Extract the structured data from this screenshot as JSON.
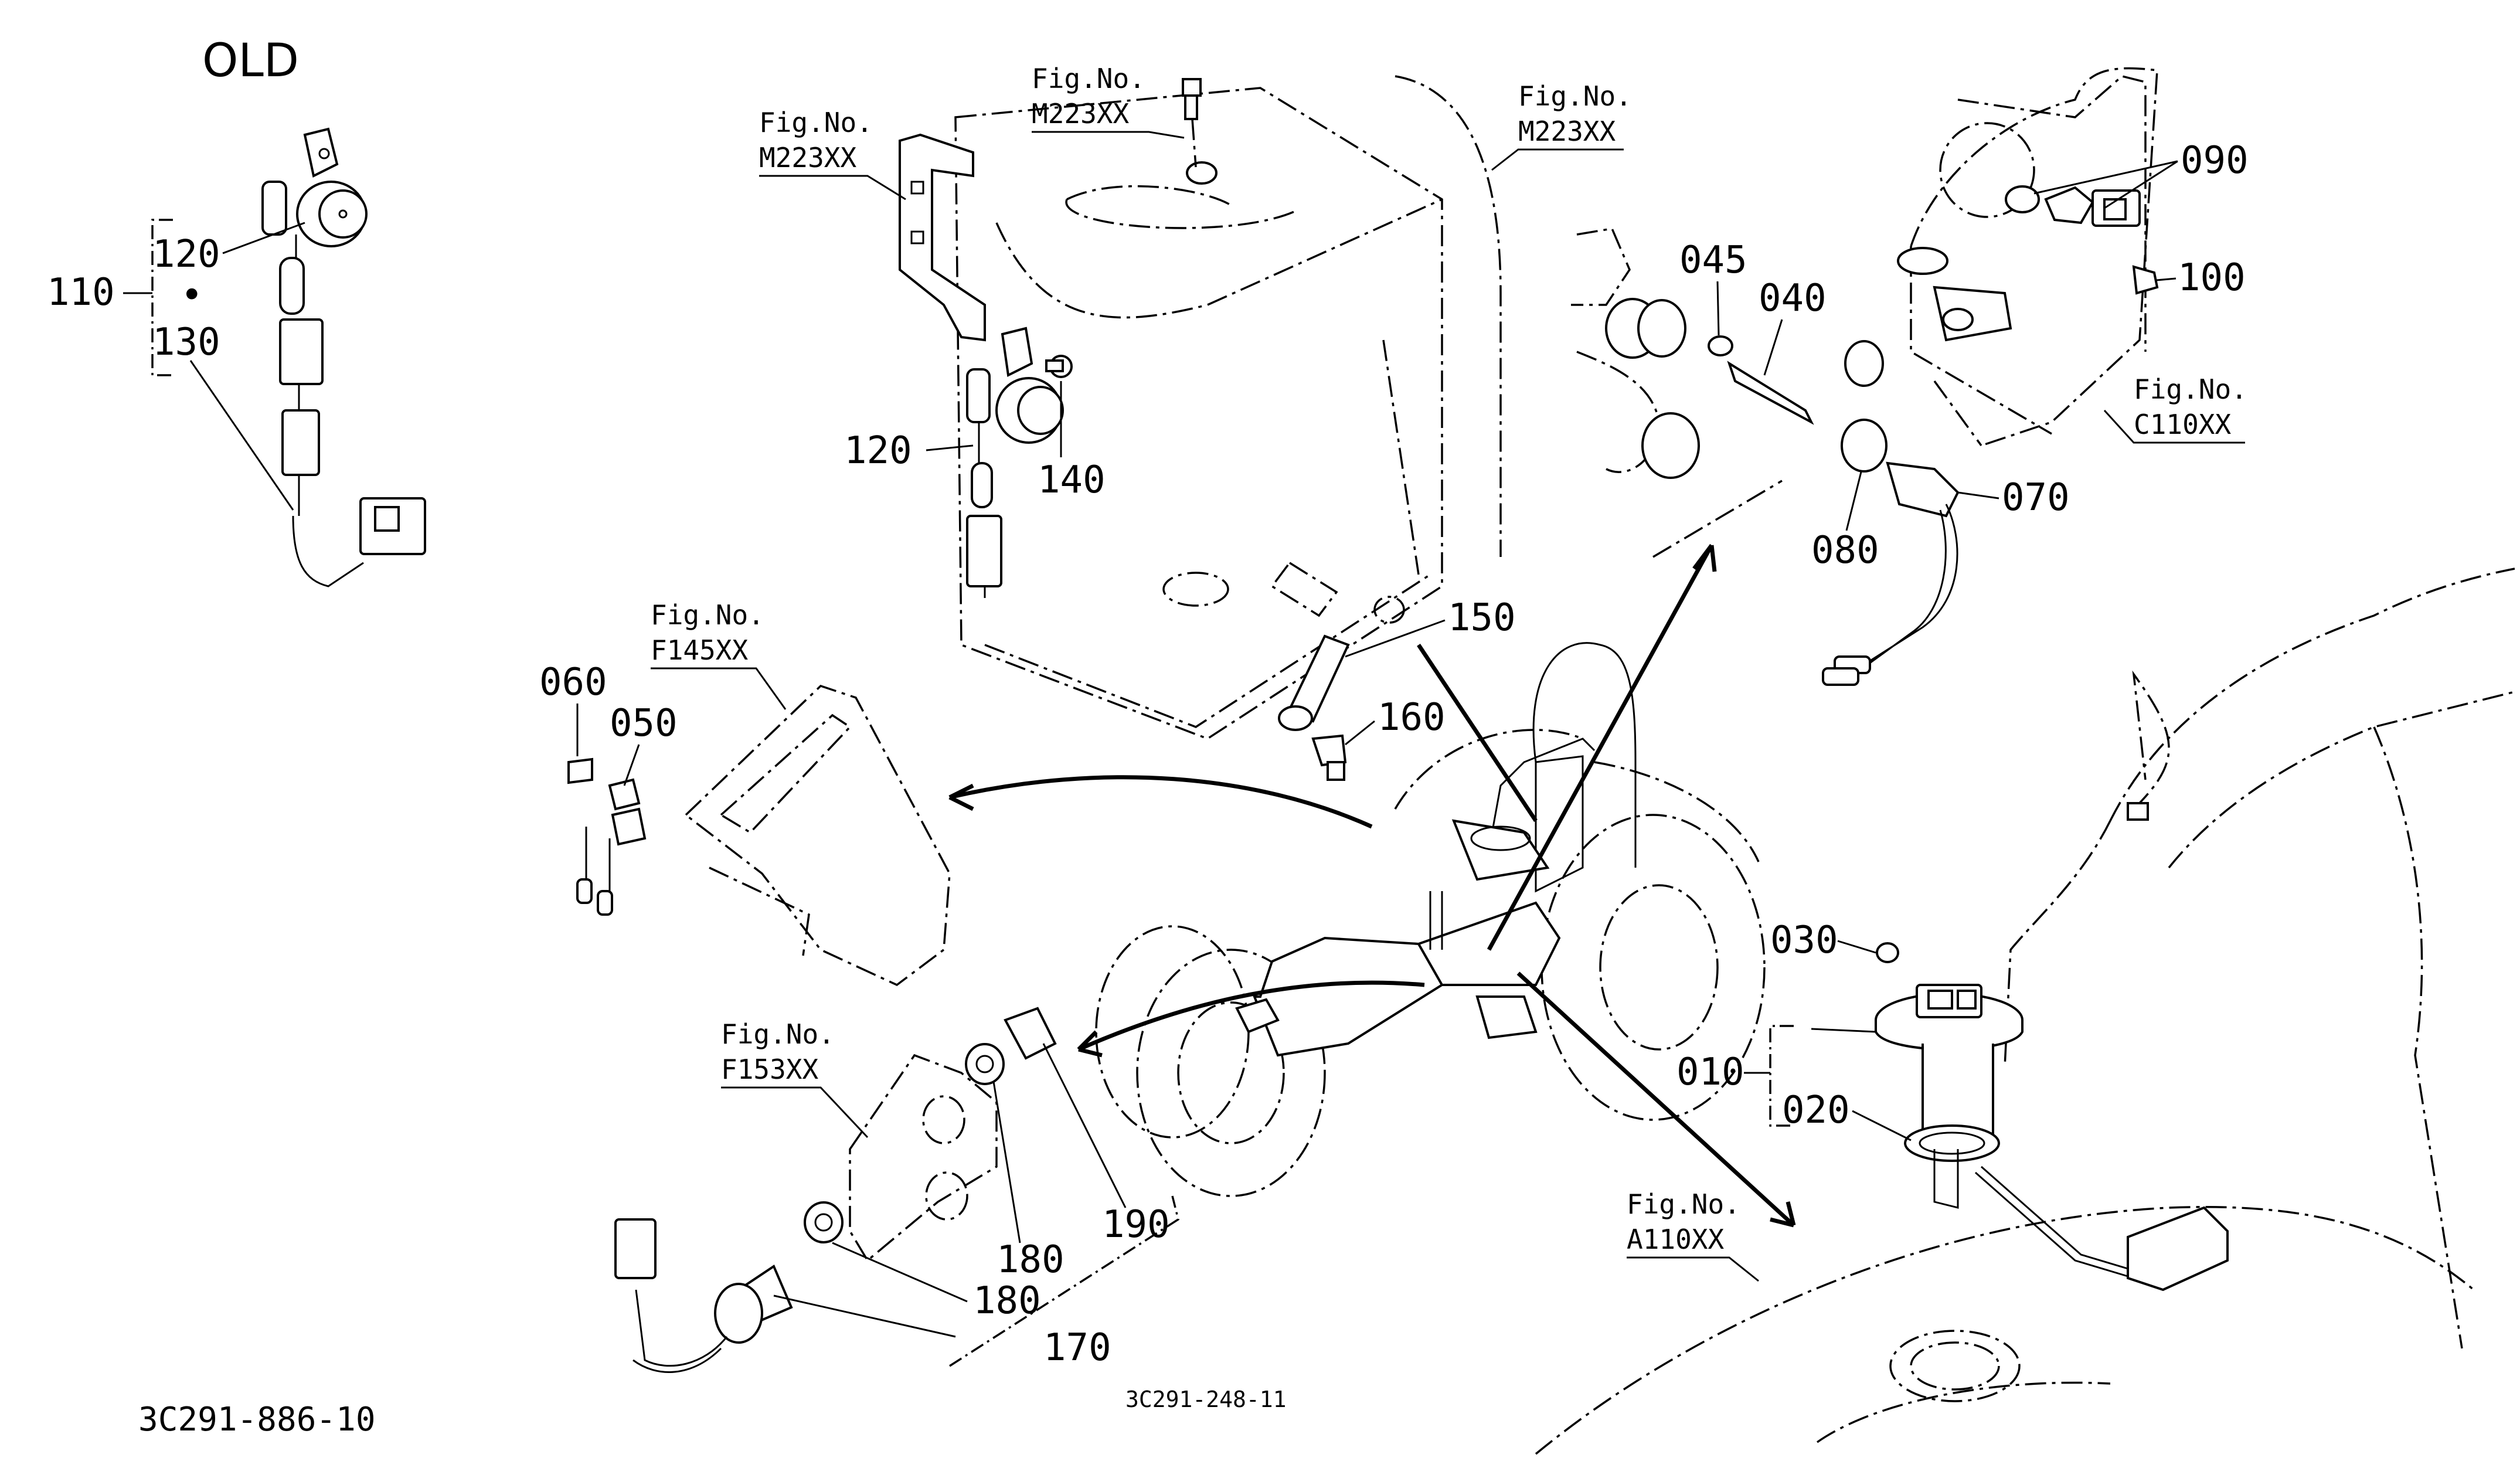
{
  "title": "OLD",
  "drawing_codes": {
    "old_assembly": "3C291-886-10",
    "main": "3C291-248-11"
  },
  "figure_refs": [
    {
      "caption": "Fig.No.",
      "number": "M223XX"
    },
    {
      "caption": "Fig.No.",
      "number": "M223XX"
    },
    {
      "caption": "Fig.No.",
      "number": "M223XX"
    },
    {
      "caption": "Fig.No.",
      "number": "C110XX"
    },
    {
      "caption": "Fig.No.",
      "number": "F145XX"
    },
    {
      "caption": "Fig.No.",
      "number": "F153XX"
    },
    {
      "caption": "Fig.No.",
      "number": "A110XX"
    }
  ],
  "old_labels": {
    "assembly": "110",
    "part_a": "120",
    "separator": "•",
    "part_b": "130"
  },
  "part_labels": {
    "p010": "010",
    "p020": "020",
    "p030": "030",
    "p040": "040",
    "p045": "045",
    "p050": "050",
    "p060": "060",
    "p070": "070",
    "p080": "080",
    "p090": "090",
    "p100": "100",
    "p120": "120",
    "p140": "140",
    "p150": "150",
    "p160": "160",
    "p170": "170",
    "p180a": "180",
    "p180b": "180",
    "p190": "190"
  },
  "icons": [
    "tractor-illustration",
    "fuel-sender-unit",
    "seat-switch",
    "temperature-switch",
    "pressure-switch"
  ]
}
